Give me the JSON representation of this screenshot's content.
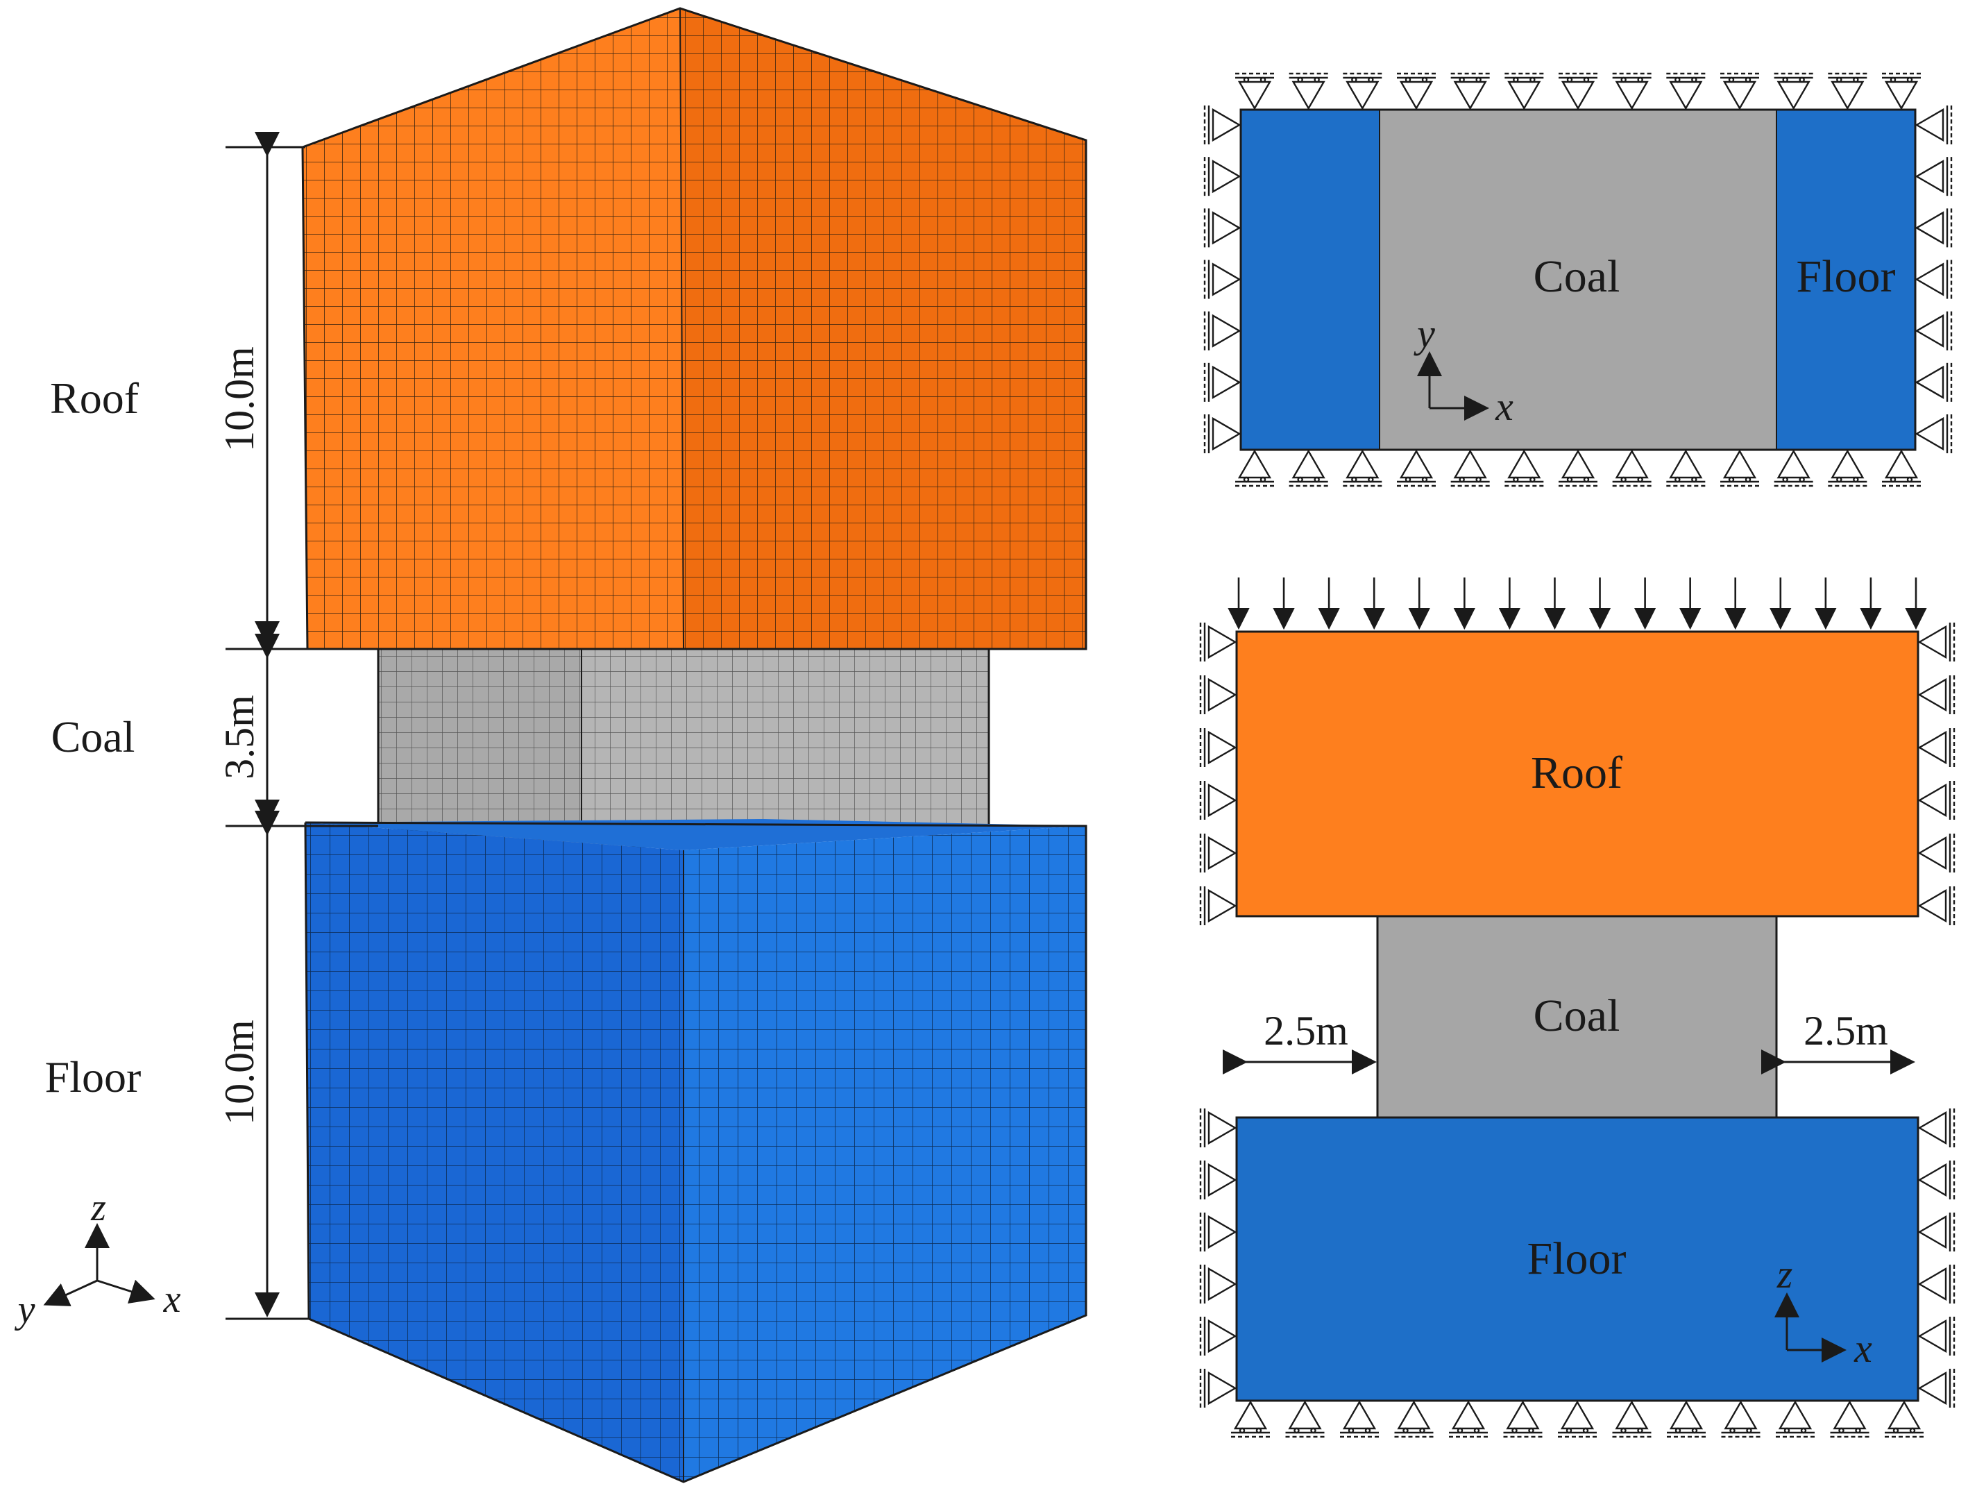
{
  "left_model": {
    "labels": {
      "roof": "Roof",
      "coal": "Coal",
      "floor": "Floor"
    },
    "dimensions": {
      "roof_height": "10.0m",
      "coal_height": "3.5m",
      "floor_height": "10.0m"
    },
    "axes": {
      "x": "x",
      "y": "y",
      "z": "z"
    }
  },
  "plan_view": {
    "labels": {
      "coal": "Coal",
      "floor": "Floor"
    },
    "axes": {
      "x": "x",
      "y": "y"
    }
  },
  "section_view": {
    "labels": {
      "roof": "Roof",
      "coal": "Coal",
      "floor": "Floor"
    },
    "dimensions": {
      "left_width": "2.5m",
      "right_width": "2.5m"
    },
    "axes": {
      "x": "x",
      "z": "z"
    }
  },
  "colors": {
    "roof": "#fe7f1e",
    "roof_side": "#f06d10",
    "roof_top": "#fb8a2c",
    "coal": "#a6a6a6",
    "coal_side": "#b5b5b5",
    "floor": "#1e6fc8",
    "floor_front": "#1a67d4",
    "floor_side": "#2079e2",
    "floor_top": "#1f6fd6",
    "mesh": "#2a2a2a",
    "outline": "#1a1a1a"
  }
}
